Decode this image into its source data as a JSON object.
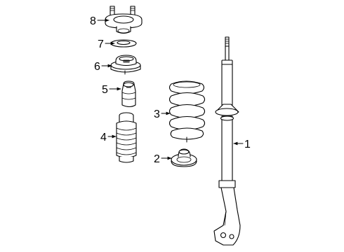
{
  "diagram": {
    "callouts": [
      {
        "number": "1",
        "part": "strut-assembly"
      },
      {
        "number": "2",
        "part": "lower-spring-seat"
      },
      {
        "number": "3",
        "part": "coil-spring"
      },
      {
        "number": "4",
        "part": "dust-boot"
      },
      {
        "number": "5",
        "part": "bump-stop"
      },
      {
        "number": "6",
        "part": "upper-spring-seat"
      },
      {
        "number": "7",
        "part": "insulator-ring"
      },
      {
        "number": "8",
        "part": "upper-mount"
      }
    ]
  }
}
